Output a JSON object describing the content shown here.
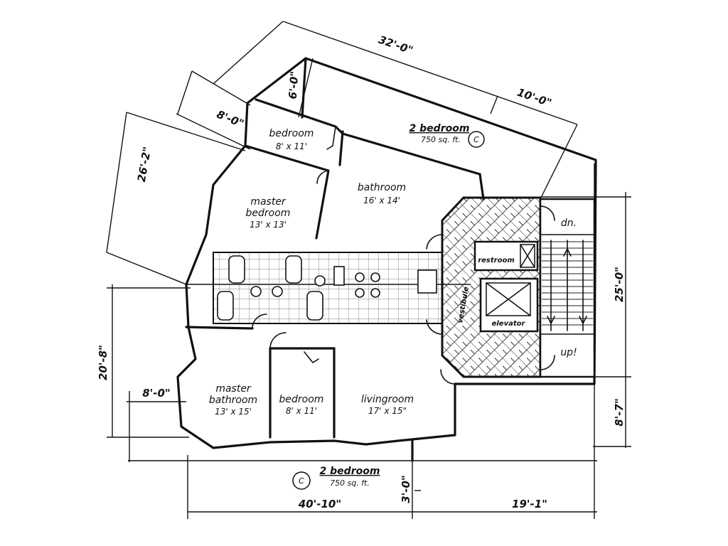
{
  "rooms": {
    "bedroom_top": {
      "label": "bedroom",
      "size": "8' x 11'"
    },
    "master_bedroom": {
      "label_line1": "master",
      "label_line2": "bedroom",
      "size": "13' x 13'"
    },
    "bathroom_top": {
      "label": "bathroom",
      "size": "16' x 14'"
    },
    "master_bathroom": {
      "label_line1": "master",
      "label_line2": "bathroom",
      "size": "13' x 15'"
    },
    "bedroom_bottom": {
      "label": "bedroom",
      "size": "8' x 11'"
    },
    "livingroom": {
      "label": "livingroom",
      "size": "17' x 15\""
    },
    "restroom": {
      "label": "restroom"
    },
    "elevator": {
      "label": "elevator"
    },
    "vestibule": {
      "label": "vestibule"
    }
  },
  "stairs": {
    "down": "dn.",
    "up": "up!"
  },
  "units": {
    "top": {
      "title": "2 bedroom",
      "area": "750 sq. ft.",
      "tag": "C"
    },
    "bottom": {
      "title": "2 bedroom",
      "area": "750 sq. ft.",
      "tag": "C"
    }
  },
  "dimensions": {
    "top_32": "32'-0\"",
    "top_6": "6'-0\"",
    "top_10": "10'-0\"",
    "top_8": "8'-0\"",
    "left_26": "26'-2\"",
    "left_20": "20'-8\"",
    "left_8": "8'-0\"",
    "right_25": "25'-0\"",
    "right_8": "8'-7\"",
    "bottom_40": "40'-10\"",
    "bottom_19": "19'-1\"",
    "bottom_3": "3'-0\""
  }
}
